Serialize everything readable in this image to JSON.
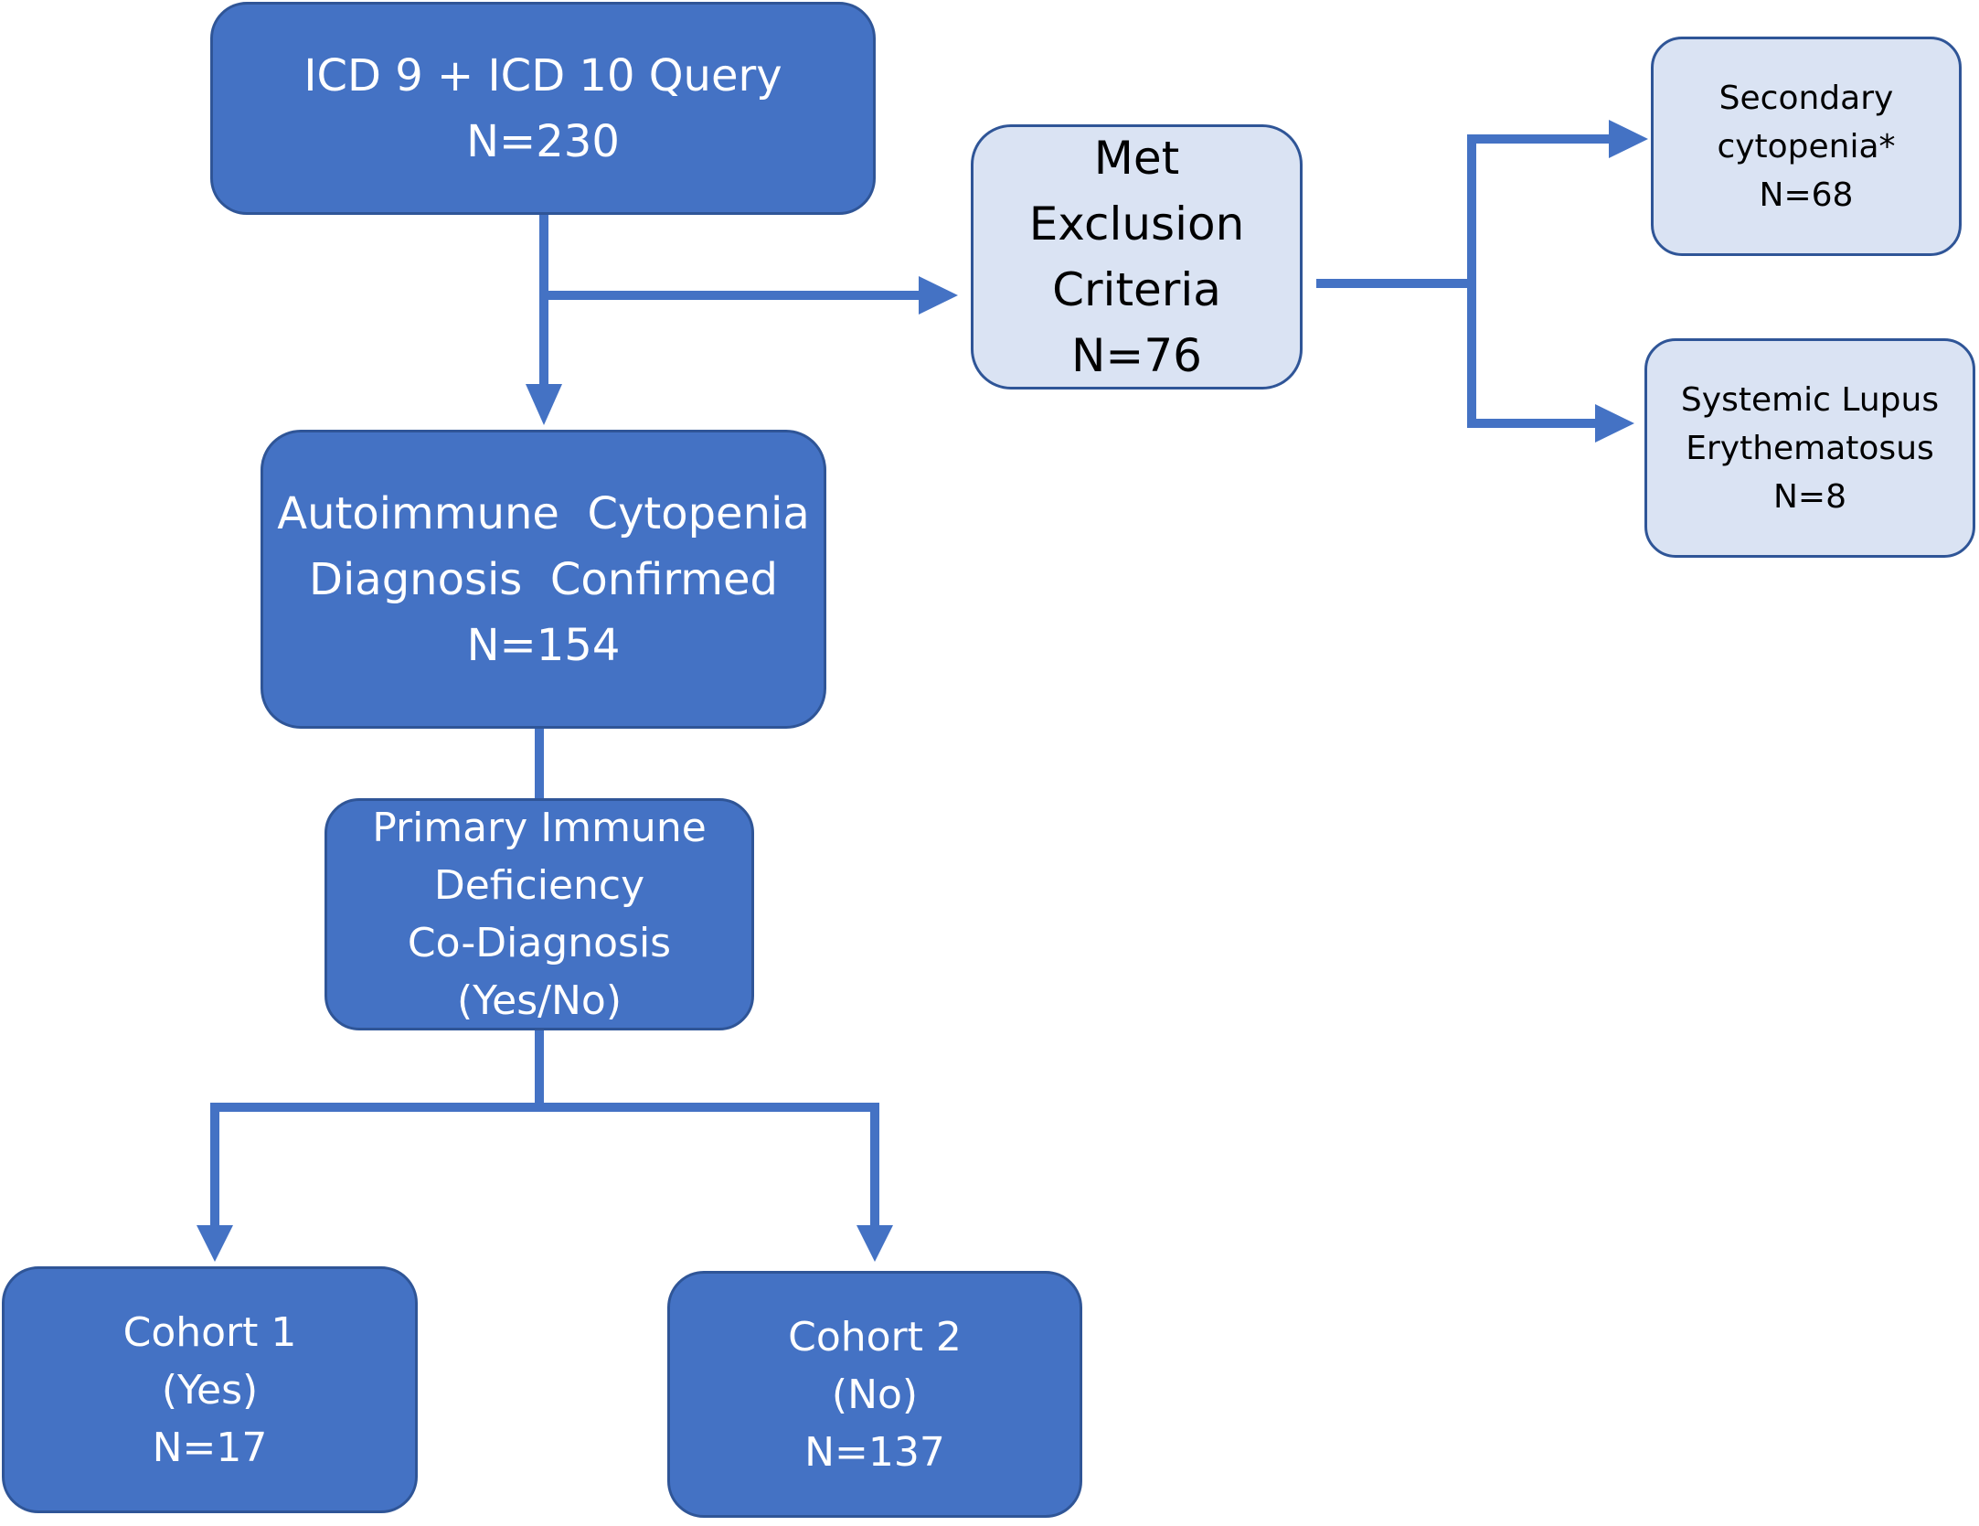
{
  "diagram": {
    "nodes": {
      "query": {
        "lines": [
          "ICD 9 + ICD 10 Query",
          "N=230"
        ]
      },
      "exclusion": {
        "lines": [
          "Met",
          "Exclusion",
          "Criteria",
          "N=76"
        ]
      },
      "secondary": {
        "lines": [
          "Secondary",
          "cytopenia*",
          "N=68"
        ]
      },
      "lupus": {
        "lines": [
          "Systemic Lupus",
          "Erythematosus",
          "N=8"
        ]
      },
      "confirmed": {
        "lines": [
          "Autoimmune  Cytopenia",
          "Diagnosis  Confirmed",
          "N=154"
        ]
      },
      "pid": {
        "lines": [
          "Primary Immune",
          "Deficiency",
          "Co-Diagnosis",
          "(Yes/No)"
        ]
      },
      "cohort1": {
        "lines": [
          "Cohort 1",
          "(Yes)",
          "N=17"
        ]
      },
      "cohort2": {
        "lines": [
          "Cohort 2",
          "(No)",
          "N=137"
        ]
      }
    },
    "colors": {
      "node_fill_dark": "#4472c4",
      "node_fill_light": "#dae3f3",
      "node_border": "#2f5597",
      "connector": "#4472c4"
    }
  }
}
